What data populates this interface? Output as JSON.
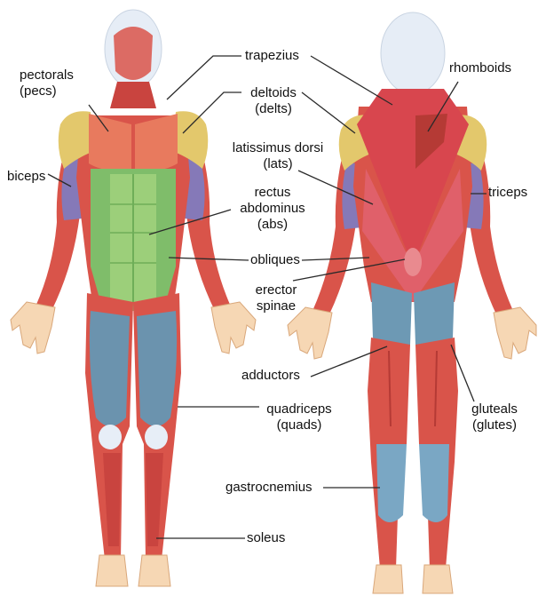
{
  "colors": {
    "skin": "#f6d7b4",
    "skin_outline": "#d9a77a",
    "muscle_red": "#d9544a",
    "muscle_dark": "#b53a35",
    "pectorals": "#e87a5e",
    "deltoids": "#e3c86c",
    "biceps_triceps": "#8579b8",
    "abs": "#9ccf7a",
    "obliques": "#7fbd6a",
    "trapezius_back": "#d8464e",
    "latissimus": "#e0606a",
    "quads": "#6b93ae",
    "gluteals": "#6d99b4",
    "gastrocnemius": "#7aa7c4",
    "tendon": "#e7eef7",
    "head": "#e6edf6"
  },
  "labels": {
    "trapezius": "trapezius",
    "pectorals": [
      "pectorals",
      "(pecs)"
    ],
    "deltoids": [
      "deltoids",
      "(delts)"
    ],
    "rhomboids": "rhomboids",
    "latissimus": [
      "latissimus dorsi",
      "(lats)"
    ],
    "biceps": "biceps",
    "triceps": "triceps",
    "rectus": [
      "rectus",
      "abdominus",
      "(abs)"
    ],
    "obliques": "obliques",
    "erector": [
      "erector",
      "spinae"
    ],
    "adductors": "adductors",
    "gluteals": [
      "gluteals",
      "(glutes)"
    ],
    "quadriceps": [
      "quadriceps",
      "(quads)"
    ],
    "gastrocnemius": "gastrocnemius",
    "soleus": "soleus"
  }
}
